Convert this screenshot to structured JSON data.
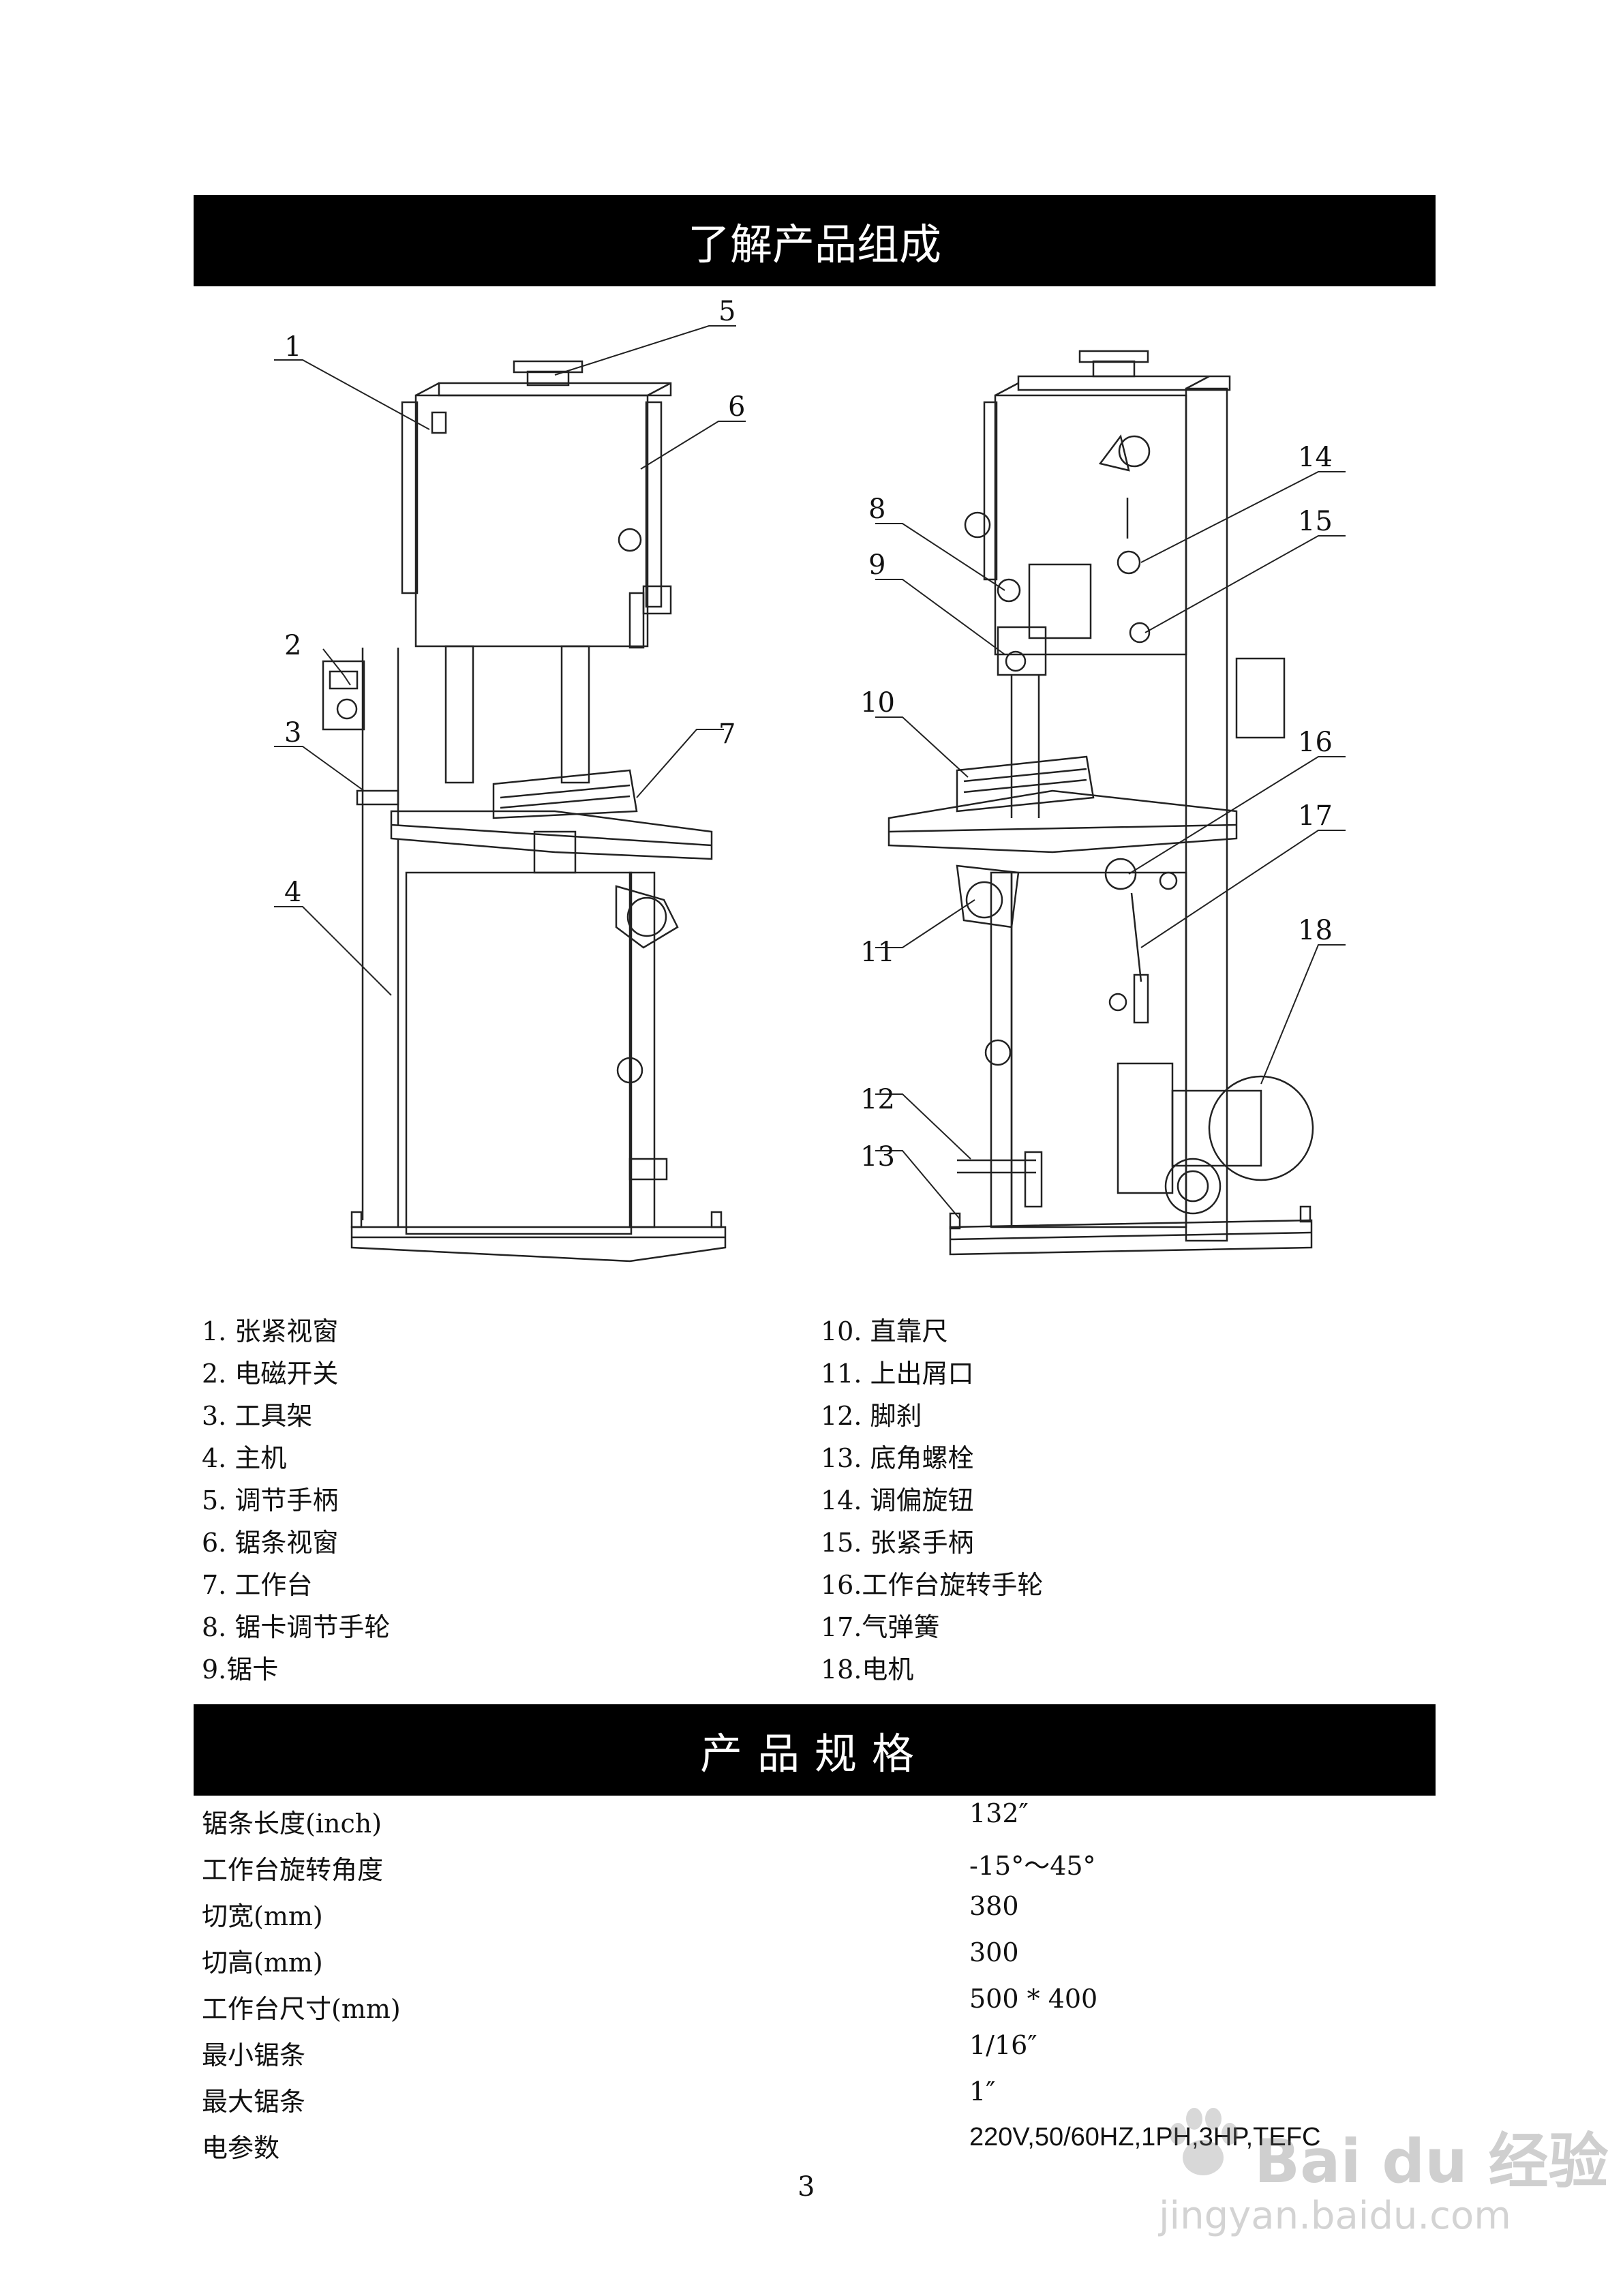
{
  "banner_top": "了解产品组成",
  "banner_specs": "产品规格",
  "callouts": [
    "1",
    "2",
    "3",
    "4",
    "5",
    "6",
    "7",
    "8",
    "9",
    "10",
    "11",
    "12",
    "13",
    "14",
    "15",
    "16",
    "17",
    "18"
  ],
  "parts_left": [
    "1.  张紧视窗",
    "2. 电磁开关",
    "3. 工具架",
    "4. 主机",
    "5. 调节手柄",
    "6. 锯条视窗",
    "7. 工作台",
    "8. 锯卡调节手轮",
    "9.锯卡"
  ],
  "parts_right": [
    "10. 直靠尺",
    "11. 上出屑口",
    "12. 脚刹",
    "13. 底角螺栓",
    "14. 调偏旋钮",
    "15. 张紧手柄",
    "16.工作台旋转手轮",
    "17.气弹簧",
    "18.电机"
  ],
  "specs": [
    {
      "label": "锯条长度(inch)",
      "value": "132″"
    },
    {
      "label": "工作台旋转角度",
      "value": "-15°～45°"
    },
    {
      "label": "切宽(mm)",
      "value": "380"
    },
    {
      "label": "切高(mm)",
      "value": "300"
    },
    {
      "label": "工作台尺寸(mm)",
      "value": "500 * 400"
    },
    {
      "label": "最小锯条",
      "value": "1/16″"
    },
    {
      "label": "最大锯条",
      "value": "1″"
    },
    {
      "label": "电参数",
      "value": "220V,50/60HZ,1PH,3HP,TEFC"
    }
  ],
  "page_number": "3",
  "watermark": {
    "brand": "Bai du 经验",
    "url": "jingyan.baidu.com"
  }
}
